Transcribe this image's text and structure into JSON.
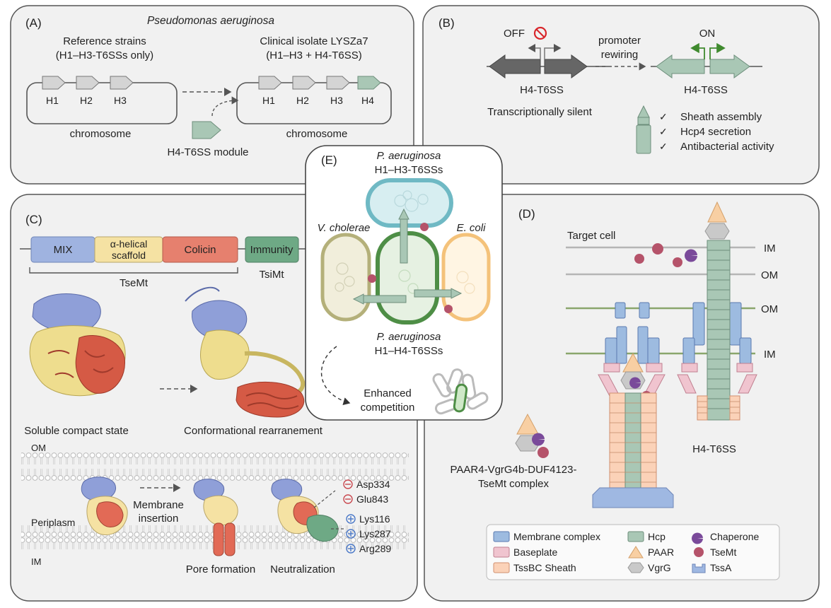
{
  "panelA": {
    "label": "(A)",
    "title": "Pseudomonas aeruginosa",
    "ref_line1": "Reference strains",
    "ref_line2": "(H1–H3-T6SSs only)",
    "clin_line1": "Clinical isolate LYSZa7",
    "clin_line2": "(H1–H3 + H4-T6SS)",
    "chromosome": "chromosome",
    "module": "H4-T6SS module",
    "genes": [
      "H1",
      "H2",
      "H3",
      "H4"
    ]
  },
  "panelB": {
    "label": "(B)",
    "off": "OFF",
    "on": "ON",
    "rewire1": "promoter",
    "rewire2": "rewiring",
    "locus": "H4-T6SS",
    "silent": "Transcriptionally silent",
    "checks": [
      "Sheath assembly",
      "Hcp4 secretion",
      "Antibacterial activity"
    ],
    "checkmark": "✓"
  },
  "panelC": {
    "label": "(C)",
    "domains": [
      "MIX",
      "α-helical",
      "scaffold",
      "Colicin",
      "Immunity"
    ],
    "tsemt": "TseMt",
    "tsimt": "TsiMt",
    "soluble": "Soluble compact state",
    "conform": "Conformational rearranement",
    "om": "OM",
    "periplasm": "Periplasm",
    "im": "IM",
    "insertion1": "Membrane",
    "insertion2": "insertion",
    "pore": "Pore formation",
    "neutral": "Neutralization",
    "neg_residues": [
      "Asp334",
      "Glu843"
    ],
    "pos_residues": [
      "Lys116",
      "Lys287",
      "Arg289"
    ]
  },
  "panelD": {
    "label": "(D)",
    "target": "Target cell",
    "im": "IM",
    "om": "OM",
    "complex1": "PAAR4-VgrG4b-DUF4123-",
    "complex2": "TseMt complex",
    "h4": "H4-T6SS",
    "legend": [
      "Membrane complex",
      "Baseplate",
      "TssBC Sheath",
      "Hcp",
      "PAAR",
      "VgrG",
      "Chaperone",
      "TseMt",
      "TssA"
    ]
  },
  "panelE": {
    "label": "(E)",
    "top1": "P. aeruginosa",
    "top2": "H1–H3-T6SSs",
    "vch": "V. cholerae",
    "eco": "E. coli",
    "bot1": "P. aeruginosa",
    "bot2": "H1–H4-T6SSs",
    "enh1": "Enhanced",
    "enh2": "competition"
  },
  "colors": {
    "panel_border": "#555555",
    "membrane_complex": "#9dbbe0",
    "baseplate": "#f0c4cf",
    "sheath": "#fbd2b8",
    "hcp": "#a9c7b5",
    "paar": "#f8cfa3",
    "vgrg": "#c9c9c9",
    "chaperone": "#7a4a9a",
    "tsemt": "#b5536a",
    "tssa": "#9fb8e2",
    "mix": "#9fb3e0",
    "scaffold": "#f5e2a3",
    "colicin": "#e6806e",
    "immunity": "#6ea985"
  }
}
